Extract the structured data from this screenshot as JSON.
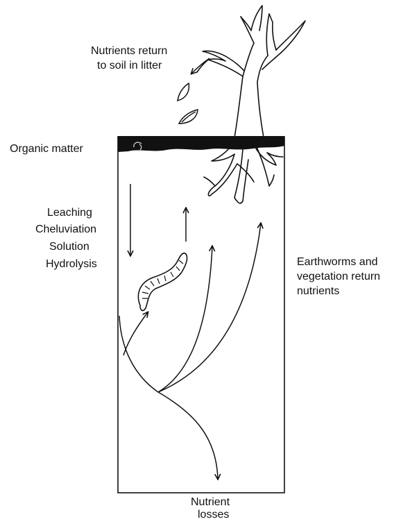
{
  "labels": {
    "litter_line1": "Nutrients return",
    "litter_line2": "to soil in litter",
    "organic_matter": "Organic matter",
    "process_1": "Leaching",
    "process_2": "Cheluviation",
    "process_3": "Solution",
    "process_4": "Hydrolysis",
    "return_line1": "Earthworms and",
    "return_line2": "vegetation return",
    "return_line3": "nutrients",
    "losses_line1": "Nutrient",
    "losses_line2": "losses"
  },
  "colors": {
    "ink": "#111111",
    "organic_layer": "#111111",
    "background": "#ffffff"
  },
  "icons": [
    "tree-icon",
    "earthworm-icon",
    "leaf-icon"
  ]
}
